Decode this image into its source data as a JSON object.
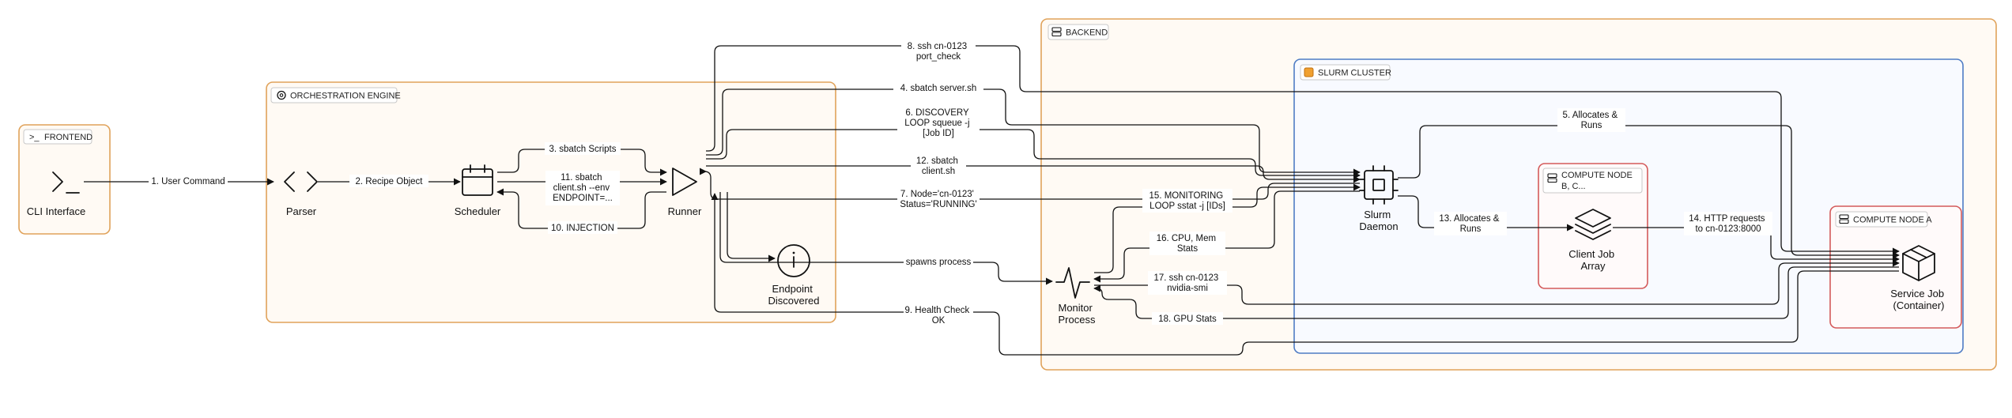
{
  "clusters": {
    "frontend": {
      "title": "FRONTEND",
      "icon": "terminal-icon"
    },
    "orchestration": {
      "title": "ORCHESTRATION ENGINE",
      "icon": "gear-icon"
    },
    "backend": {
      "title": "BACKEND",
      "icon": "server-icon"
    },
    "slurm": {
      "title": "SLURM CLUSTER",
      "icon": "slurm-icon"
    },
    "compute_b": {
      "title": "COMPUTE NODE B, C...",
      "title_lines": [
        "COMPUTE NODE",
        "B, C..."
      ],
      "icon": "server-icon"
    },
    "compute_a": {
      "title": "COMPUTE NODE A",
      "icon": "server-icon"
    }
  },
  "nodes": {
    "cli": {
      "label": "CLI Interface",
      "icon": "terminal-icon"
    },
    "parser": {
      "label": "Parser",
      "icon": "code-brackets-icon"
    },
    "scheduler": {
      "label": "Scheduler",
      "icon": "calendar-icon"
    },
    "runner": {
      "label": "Runner",
      "icon": "play-triangle-icon"
    },
    "endpoint": {
      "label": "Endpoint Discovered",
      "label_lines": [
        "Endpoint",
        "Discovered"
      ],
      "icon": "info-circle-icon"
    },
    "monitor": {
      "label": "Monitor Process",
      "label_lines": [
        "Monitor",
        "Process"
      ],
      "icon": "pulse-icon"
    },
    "slurm_daemon": {
      "label": "Slurm Daemon",
      "label_lines": [
        "Slurm",
        "Daemon"
      ],
      "icon": "chip-icon"
    },
    "client_array": {
      "label": "Client Job Array",
      "label_lines": [
        "Client Job",
        "Array"
      ],
      "icon": "layers-icon"
    },
    "service_job": {
      "label": "Service Job (Container)",
      "label_lines": [
        "Service Job",
        "(Container)"
      ],
      "icon": "box-icon"
    }
  },
  "edges": {
    "e1": "1. User Command",
    "e2": "2. Recipe Object",
    "e3": "3. sbatch Scripts",
    "e4": "4. sbatch server.sh",
    "e5": [
      "5. Allocates &",
      "Runs"
    ],
    "e6": [
      "6. DISCOVERY",
      "LOOP squeue -j",
      "[Job ID]"
    ],
    "e7": [
      "7. Node='cn-0123'",
      "Status='RUNNING'"
    ],
    "e8": [
      "8. ssh cn-0123",
      "port_check"
    ],
    "e9": [
      "9. Health Check",
      "OK"
    ],
    "e10": "10. INJECTION",
    "e11": [
      "11. sbatch",
      "client.sh --env",
      "ENDPOINT=..."
    ],
    "e12": [
      "12. sbatch",
      "client.sh"
    ],
    "e13": [
      "13. Allocates &",
      "Runs"
    ],
    "e14": [
      "14. HTTP requests",
      "to cn-0123:8000"
    ],
    "e15": [
      "15. MONITORING",
      "LOOP sstat -j [IDs]"
    ],
    "e16": [
      "16. CPU, Mem",
      "Stats"
    ],
    "e17": [
      "17. ssh cn-0123",
      "nvidia-smi"
    ],
    "e18": "18. GPU Stats",
    "spawn": "spawns process"
  },
  "colors": {
    "orange": "#e0a25a",
    "orange_fill": "#fffaf4",
    "blue": "#4f7cc4",
    "blue_fill": "#f8faff",
    "red": "#d45a5a",
    "red_fill": "#fffafa",
    "ink": "#111111"
  }
}
